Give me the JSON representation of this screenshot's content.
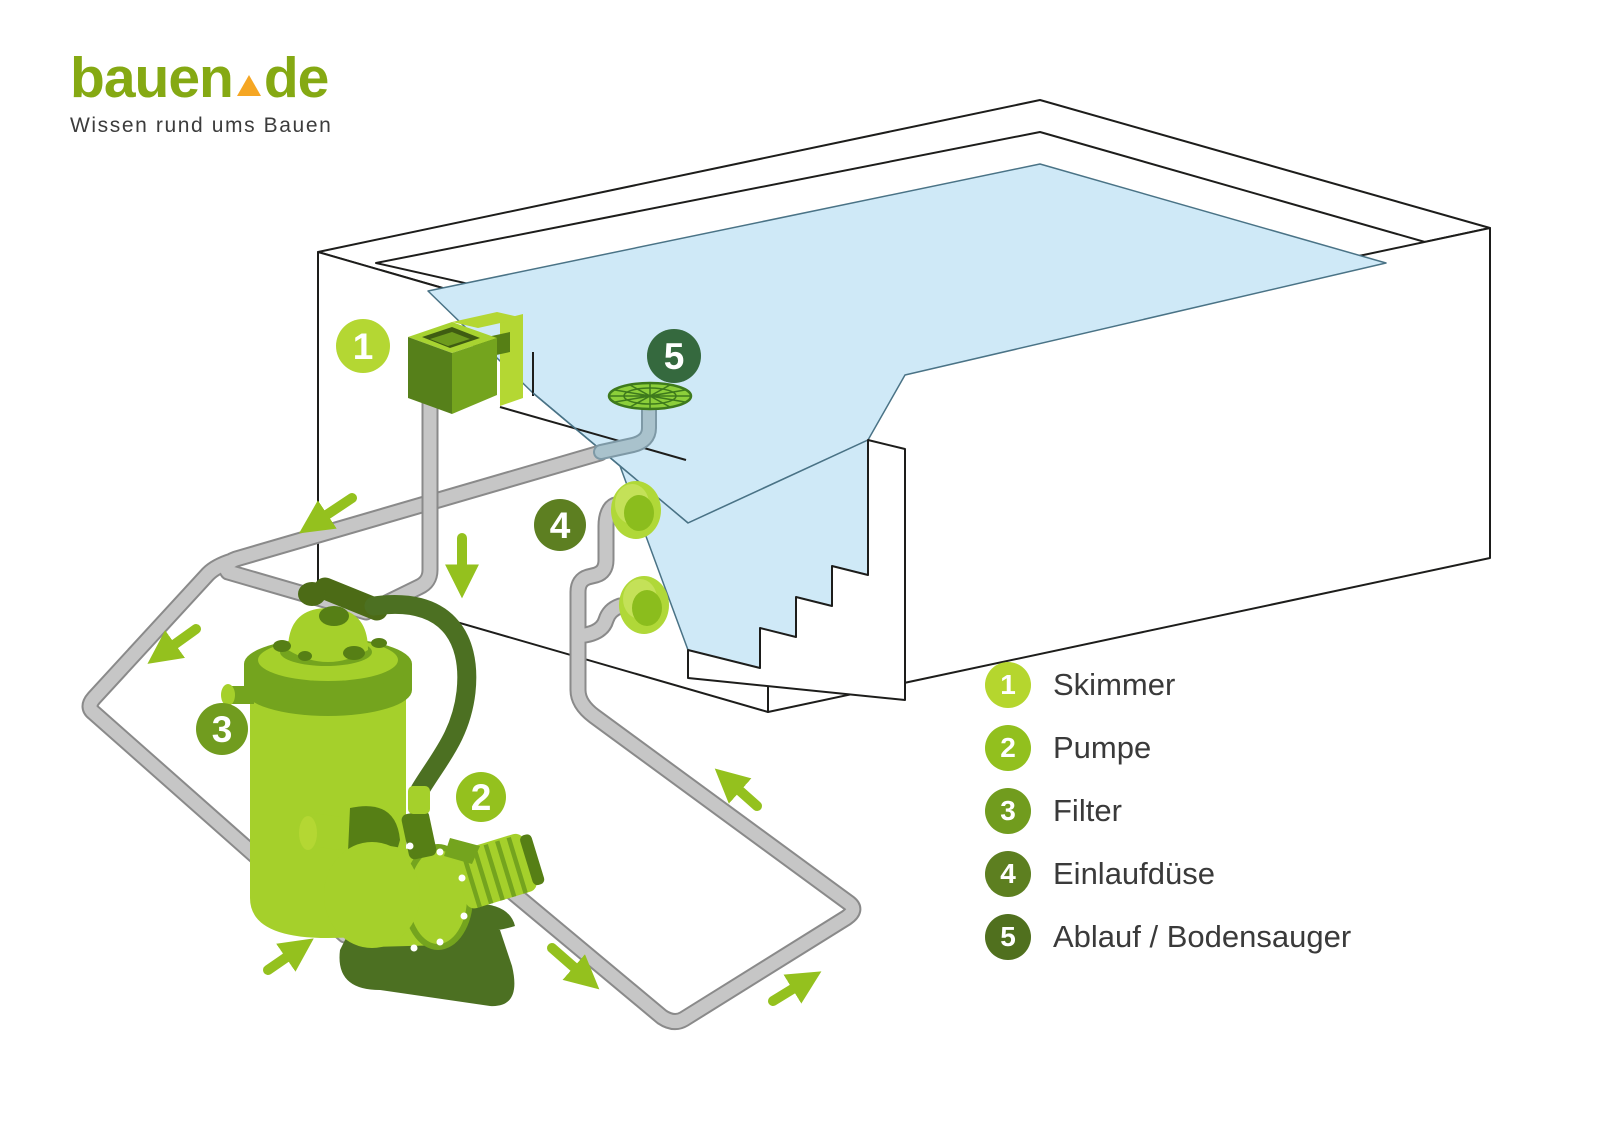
{
  "logo": {
    "brand": "bauen",
    "tld": "de",
    "tagline": "Wissen rund ums Bauen",
    "brand_color": "#85a913",
    "dot_color": "#f5a623"
  },
  "legend": {
    "items": [
      {
        "number": "1",
        "label": "Skimmer",
        "color": "#b5d62e"
      },
      {
        "number": "2",
        "label": "Pumpe",
        "color": "#92c01e"
      },
      {
        "number": "3",
        "label": "Filter",
        "color": "#719c1e"
      },
      {
        "number": "4",
        "label": "Einlaufdüse",
        "color": "#5d7f20"
      },
      {
        "number": "5",
        "label": "Ablauf / Bodensauger",
        "color": "#50701e"
      }
    ]
  },
  "diagram": {
    "badges": [
      {
        "number": "1",
        "color": "#b4d733"
      },
      {
        "number": "2",
        "color": "#94c11e"
      },
      {
        "number": "3",
        "color": "#719c1f"
      },
      {
        "number": "4",
        "color": "#5d7f21"
      },
      {
        "number": "5",
        "color": "#35693e"
      }
    ],
    "palette": {
      "water": "#cfe9f7",
      "water_line": "#4a7386",
      "outline": "#1d1d1b",
      "pipe": "#c6c6c6",
      "pipe_outline": "#8a8a8a",
      "pipe_underwater": "#a9c2cc",
      "arrow": "#94c11e",
      "hose": "#4c7022",
      "equipment_light": "#a5d02b",
      "equipment_mid": "#74a41e",
      "equipment_dark": "#567f15",
      "equipment_darker": "#4c6b16",
      "lime": "#b4d733",
      "grate": "#8ccf3a",
      "grate_line": "#3e7a1c"
    }
  }
}
